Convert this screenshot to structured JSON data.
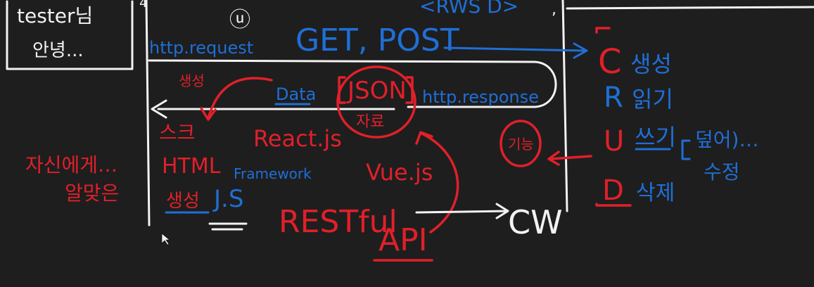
{
  "canvas": {
    "background": "#1e1e1e",
    "colors": {
      "ink_white": "#f2f2f2",
      "ink_blue": "#1f6fd6",
      "ink_red": "#e0202a"
    }
  },
  "sticky_note": {
    "line1": "tester님",
    "line2": "안녕...",
    "digit": "4"
  },
  "top": {
    "smiley": "ⓤ",
    "rw_label": "<RWS D>"
  },
  "request": {
    "label": "http.request",
    "methods": "GET, POST"
  },
  "data": {
    "label": "Data",
    "json": "JSON",
    "json_sub": "자료",
    "response": "http.response",
    "generate": "생성"
  },
  "client": {
    "self_note_line1": "자신에게…",
    "self_note_line2": "알맞은",
    "render_1": "스크",
    "render_2": "HTML",
    "render_3": "생성",
    "js": "J.S",
    "framework": "Framework"
  },
  "frameworks": {
    "react": "React.js",
    "vue": "Vue.js"
  },
  "api": {
    "restful": "RESTful",
    "api": "API",
    "cw": "CW"
  },
  "crud": {
    "items": [
      {
        "letter": "C",
        "meaning": "생성"
      },
      {
        "letter": "R",
        "meaning": "읽기"
      },
      {
        "letter": "U",
        "meaning": "쓰기"
      },
      {
        "letter": "D",
        "meaning": "삭제"
      }
    ],
    "overwrite_line1": "덮어)…",
    "overwrite_line2": "수정",
    "feature_circle": "기능"
  }
}
